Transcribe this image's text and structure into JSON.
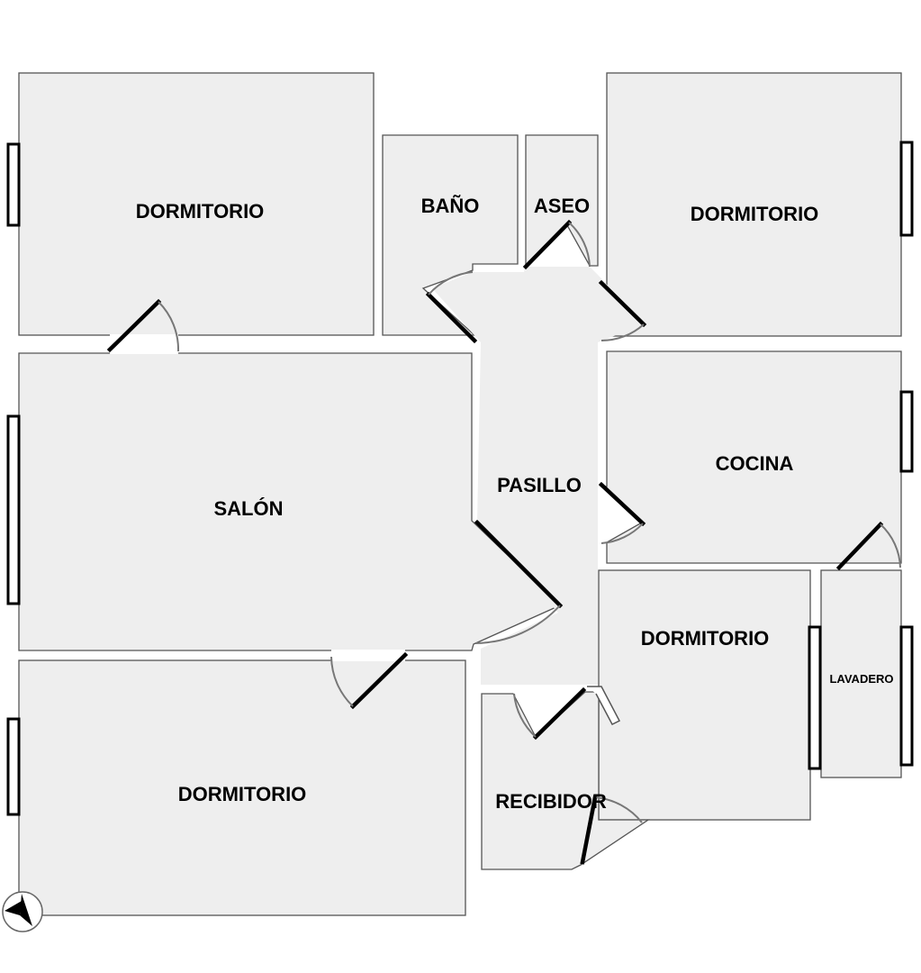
{
  "plan": {
    "rooms": {
      "dormitorio_nw": "DORMITORIO",
      "bano": "BAÑO",
      "aseo": "ASEO",
      "dormitorio_ne": "DORMITORIO",
      "salon": "SALÓN",
      "pasillo": "PASILLO",
      "cocina": "COCINA",
      "dormitorio_center": "DORMITORIO",
      "lavadero": "LAVADERO",
      "dormitorio_sw": "DORMITORIO",
      "recibidor": "RECIBIDOR"
    },
    "compass": "compass-icon"
  }
}
